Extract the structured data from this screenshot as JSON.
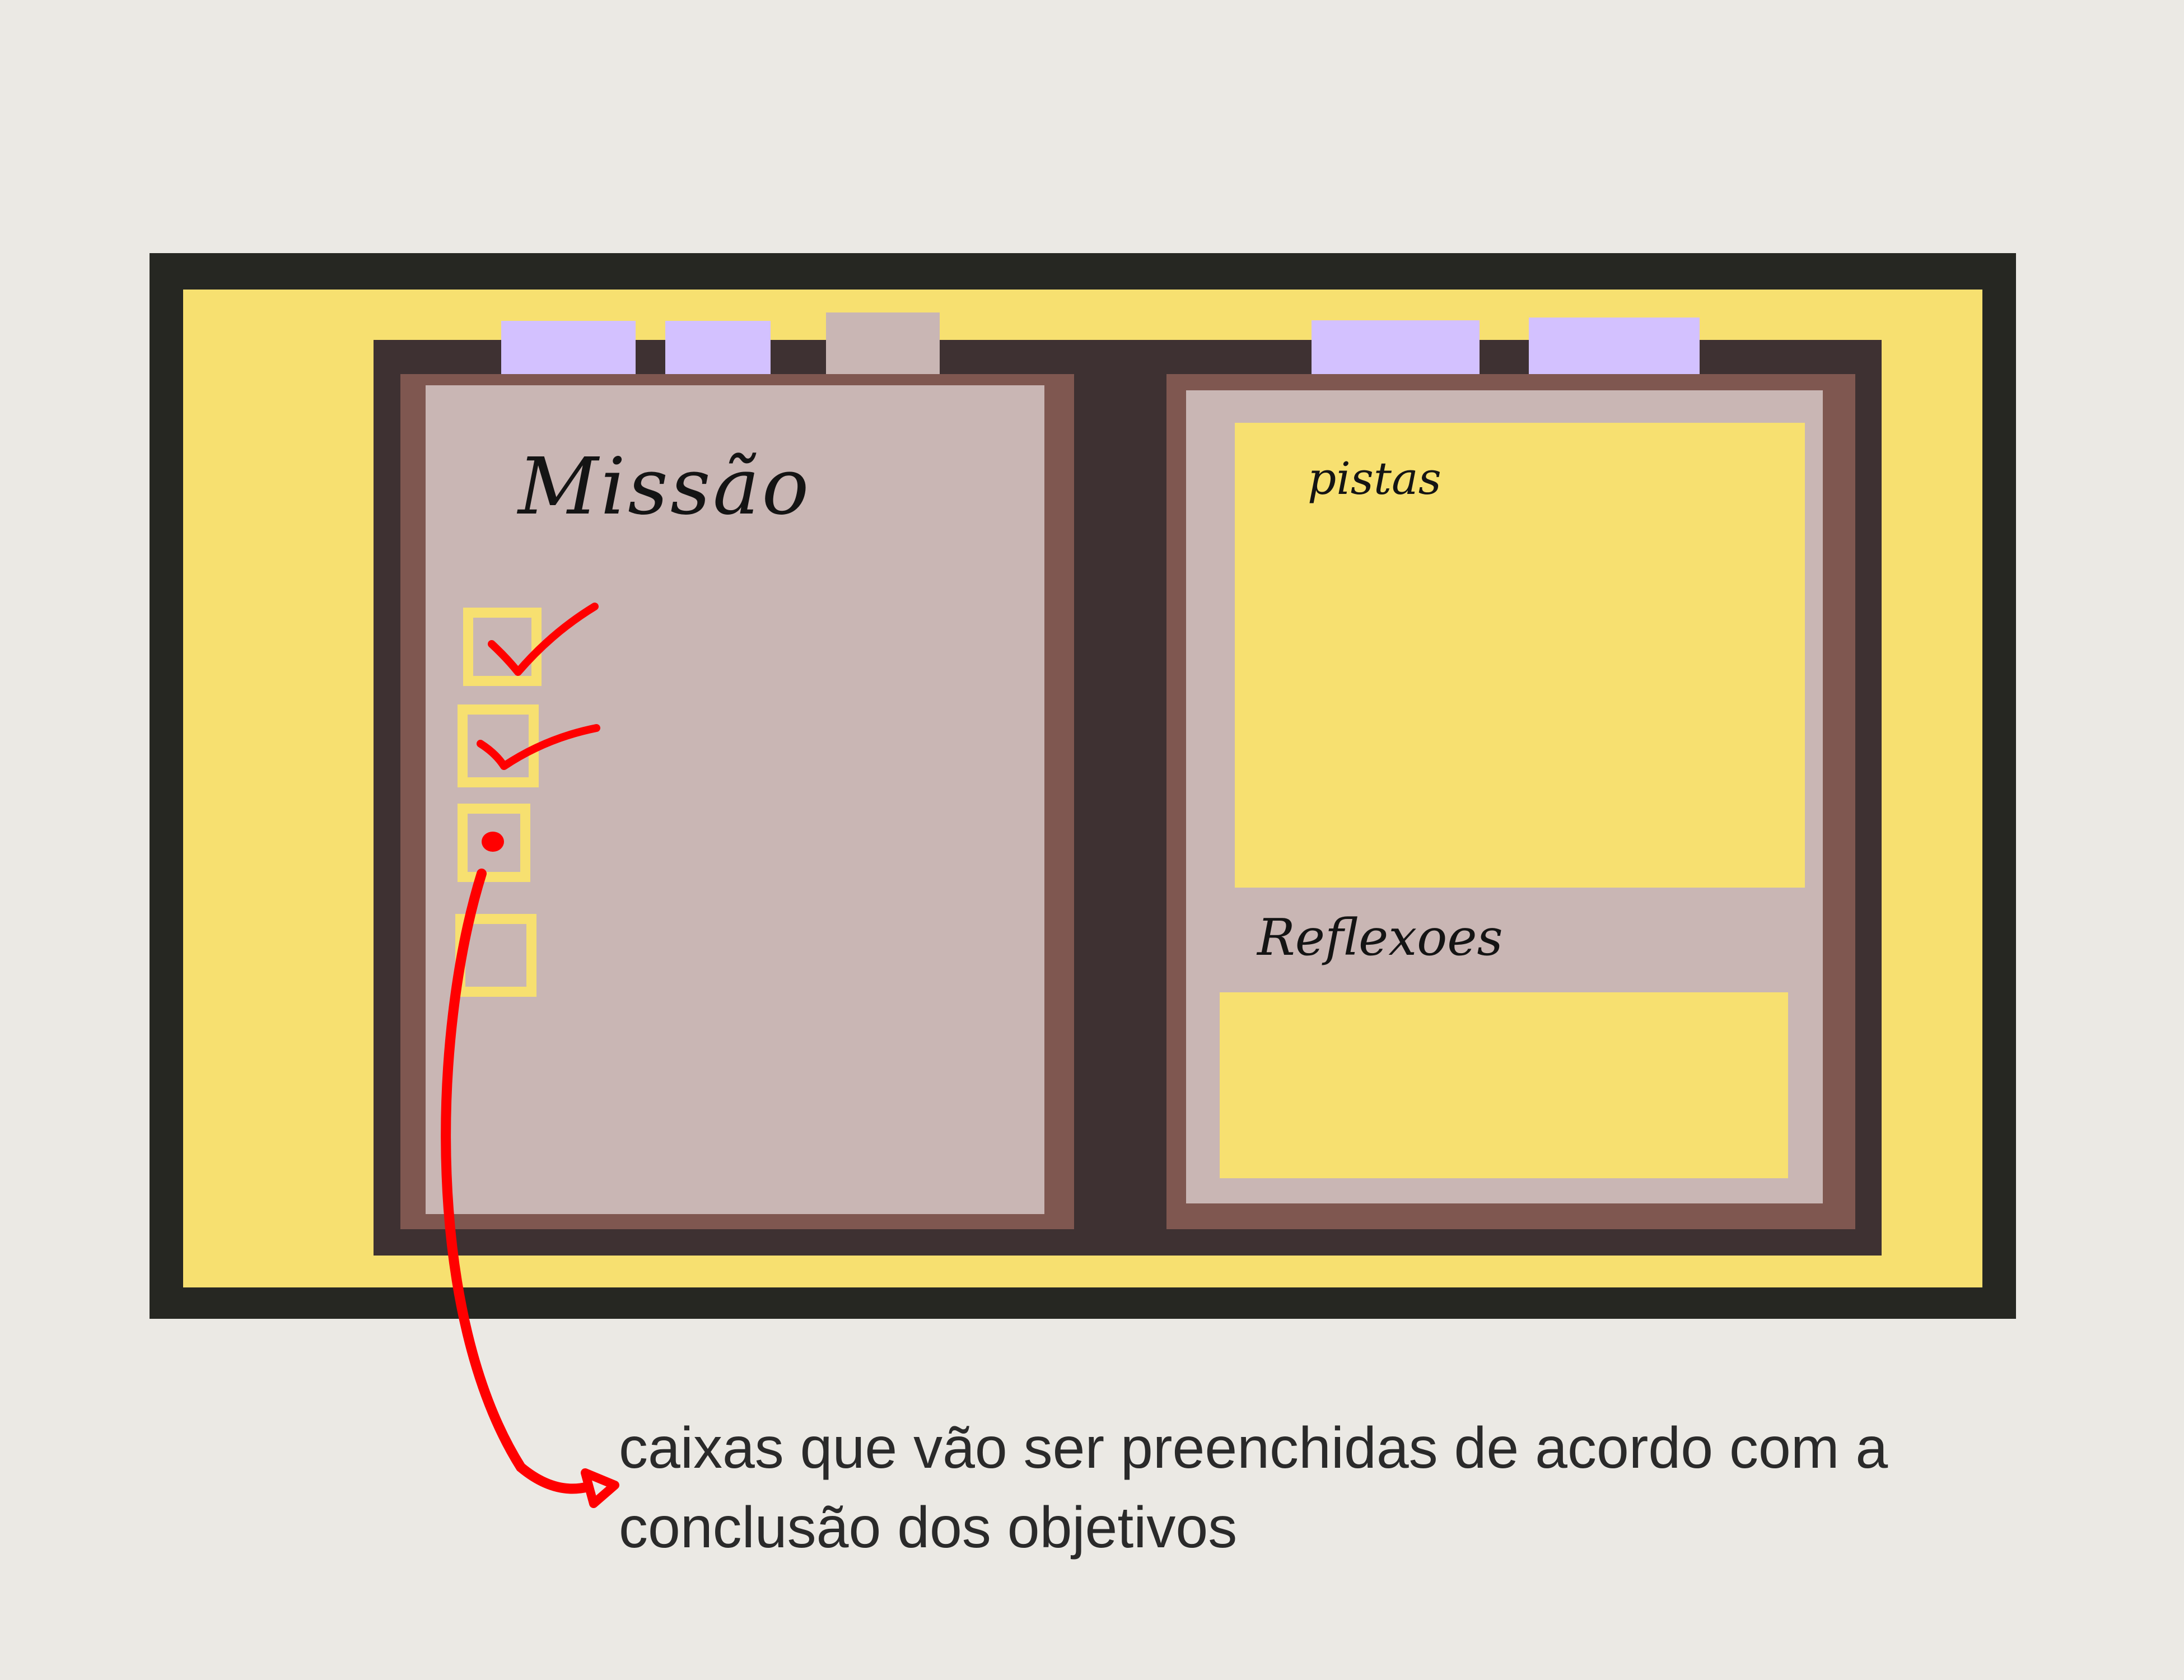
{
  "journal": {
    "left_page": {
      "title": "Missão",
      "checklist": [
        {
          "state": "checked"
        },
        {
          "state": "checked"
        },
        {
          "state": "in-progress"
        },
        {
          "state": "empty"
        }
      ]
    },
    "right_page": {
      "clues_label": "pistas",
      "reflections_label": "Reflexoes"
    }
  },
  "annotation": {
    "caption": " caixas que vão ser preenchidas de acordo com a\nconclusão dos objetivos",
    "arrow_color": "#ff0000"
  },
  "colors": {
    "frame": "#262722",
    "background_yellow": "#f7e070",
    "book_cover": "#3e3132",
    "page_border": "#7f5750",
    "page": "#c9b6b4",
    "tab_lilac": "#d3c1ff",
    "checkmark": "#ff0000"
  }
}
